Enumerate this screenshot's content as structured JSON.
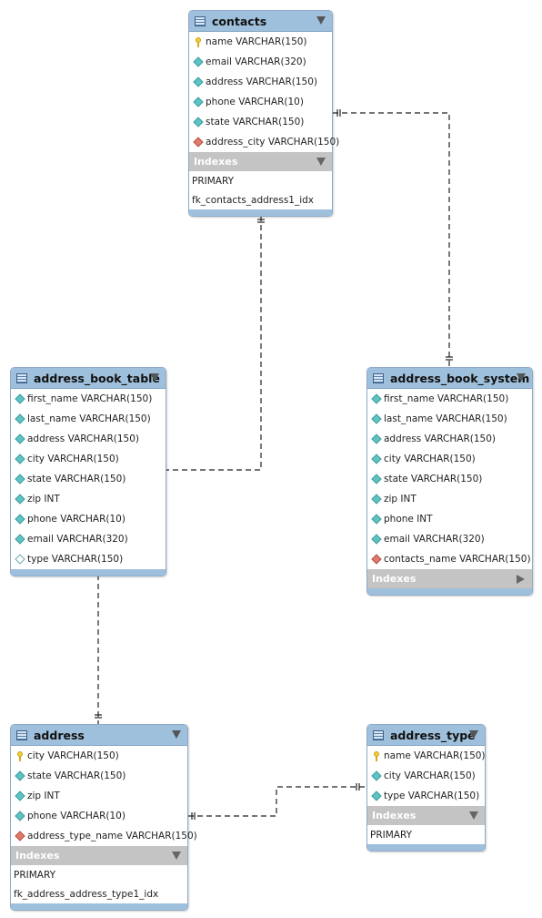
{
  "tables": {
    "contacts": {
      "name": "contacts",
      "columns": [
        {
          "label": "name VARCHAR(150)",
          "icon": "primary-key-icon"
        },
        {
          "label": "email VARCHAR(320)",
          "icon": "not-null-column-icon"
        },
        {
          "label": "address VARCHAR(150)",
          "icon": "not-null-column-icon"
        },
        {
          "label": "phone VARCHAR(10)",
          "icon": "not-null-column-icon"
        },
        {
          "label": "state VARCHAR(150)",
          "icon": "not-null-column-icon"
        },
        {
          "label": "address_city VARCHAR(150)",
          "icon": "foreign-key-icon"
        }
      ],
      "indexes_label": "Indexes",
      "indexes": [
        "PRIMARY",
        "fk_contacts_address1_idx"
      ]
    },
    "address_book_table": {
      "name": "address_book_table",
      "columns": [
        {
          "label": "first_name VARCHAR(150)",
          "icon": "not-null-column-icon"
        },
        {
          "label": "last_name VARCHAR(150)",
          "icon": "not-null-column-icon"
        },
        {
          "label": "address VARCHAR(150)",
          "icon": "not-null-column-icon"
        },
        {
          "label": "city VARCHAR(150)",
          "icon": "not-null-column-icon"
        },
        {
          "label": "state VARCHAR(150)",
          "icon": "not-null-column-icon"
        },
        {
          "label": "zip INT",
          "icon": "not-null-column-icon"
        },
        {
          "label": "phone VARCHAR(10)",
          "icon": "not-null-column-icon"
        },
        {
          "label": "email VARCHAR(320)",
          "icon": "not-null-column-icon"
        },
        {
          "label": "type VARCHAR(150)",
          "icon": "nullable-column-icon"
        }
      ]
    },
    "address_book_system": {
      "name": "address_book_system",
      "columns": [
        {
          "label": "first_name VARCHAR(150)",
          "icon": "not-null-column-icon"
        },
        {
          "label": "last_name VARCHAR(150)",
          "icon": "not-null-column-icon"
        },
        {
          "label": "address VARCHAR(150)",
          "icon": "not-null-column-icon"
        },
        {
          "label": "city VARCHAR(150)",
          "icon": "not-null-column-icon"
        },
        {
          "label": "state VARCHAR(150)",
          "icon": "not-null-column-icon"
        },
        {
          "label": "zip INT",
          "icon": "not-null-column-icon"
        },
        {
          "label": "phone INT",
          "icon": "not-null-column-icon"
        },
        {
          "label": "email VARCHAR(320)",
          "icon": "not-null-column-icon"
        },
        {
          "label": "contacts_name VARCHAR(150)",
          "icon": "foreign-key-icon"
        }
      ],
      "indexes_label": "Indexes"
    },
    "address": {
      "name": "address",
      "columns": [
        {
          "label": "city VARCHAR(150)",
          "icon": "primary-key-icon"
        },
        {
          "label": "state VARCHAR(150)",
          "icon": "not-null-column-icon"
        },
        {
          "label": "zip INT",
          "icon": "not-null-column-icon"
        },
        {
          "label": "phone VARCHAR(10)",
          "icon": "not-null-column-icon"
        },
        {
          "label": "address_type_name VARCHAR(150)",
          "icon": "foreign-key-icon"
        }
      ],
      "indexes_label": "Indexes",
      "indexes": [
        "PRIMARY",
        "fk_address_address_type1_idx"
      ]
    },
    "address_type": {
      "name": "address_type",
      "columns": [
        {
          "label": "name VARCHAR(150)",
          "icon": "primary-key-icon"
        },
        {
          "label": "city VARCHAR(150)",
          "icon": "not-null-column-icon"
        },
        {
          "label": "type VARCHAR(150)",
          "icon": "not-null-column-icon"
        }
      ],
      "indexes_label": "Indexes",
      "indexes": [
        "PRIMARY"
      ]
    }
  },
  "relationships": [
    {
      "from": "contacts",
      "to": "address_book_system"
    },
    {
      "from": "contacts",
      "to": "address_book_table"
    },
    {
      "from": "address_book_table",
      "to": "address"
    },
    {
      "from": "address",
      "to": "address_type"
    }
  ],
  "colors": {
    "header": "#9fc0dc",
    "indexes_header": "#c4c4c4",
    "not_null": "#5fc3c3",
    "foreign_key": "#e07b6b",
    "primary_key": "#f2cf3a",
    "relationship_line": "#222222"
  }
}
